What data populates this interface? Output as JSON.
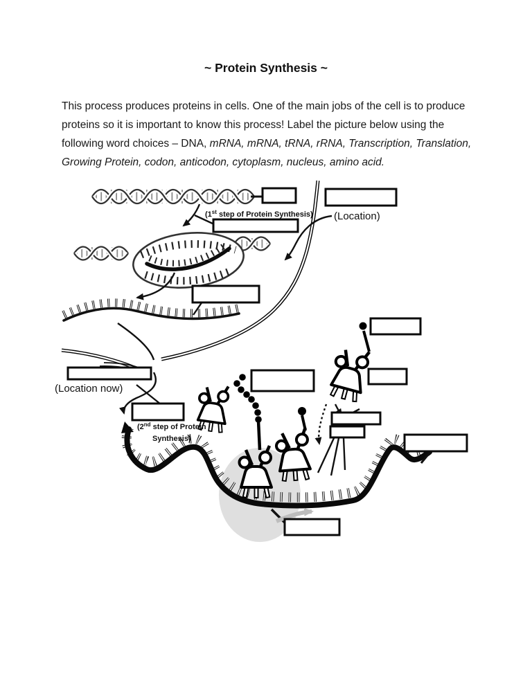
{
  "document": {
    "title": "~ Protein Synthesis ~",
    "intro": {
      "regular": "This process produces proteins in cells. One of the main jobs of the cell is to produce proteins so it is important to know this process! Label the picture below using the following word choices – DNA, ",
      "italic": "mRNA, mRNA, tRNA, rRNA, Transcription, Translation, Growing Protein, codon, anticodon, cytoplasm, nucleus, amino acid."
    },
    "word_choices": [
      "DNA",
      "mRNA",
      "mRNA",
      "tRNA",
      "rRNA",
      "Transcription",
      "Translation",
      "Growing Protein",
      "codon",
      "anticodon",
      "cytoplasm",
      "nucleus",
      "amino acid"
    ],
    "answer_boxes_count": 13
  },
  "diagram": {
    "annotations": {
      "first_step": {
        "pre": "(1",
        "sup": "st",
        "post": " step of Protein Synthesis)"
      },
      "location": "(Location)",
      "location_now": "(Location now)",
      "second_step": {
        "pre": "(2",
        "sup": "nd",
        "post": " step of Protein",
        "line2": "Synthesis)"
      }
    }
  }
}
